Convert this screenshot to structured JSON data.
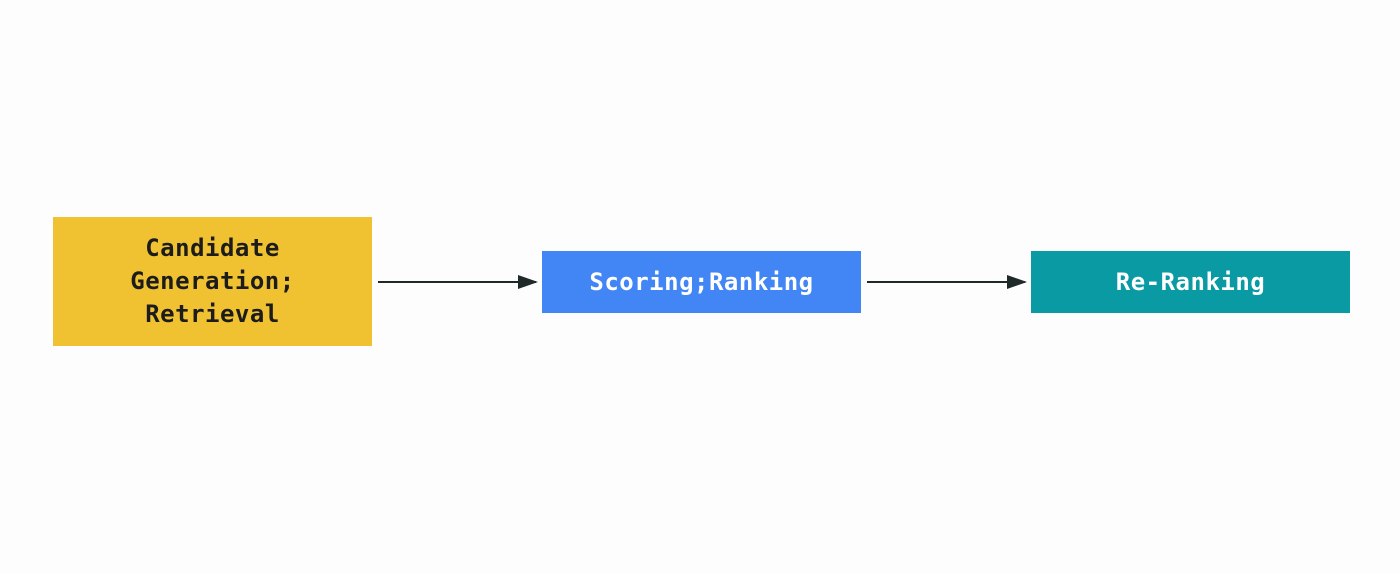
{
  "colors": {
    "background": "#fdfdfd",
    "arrow": "#1f2a28"
  },
  "nodes": [
    {
      "id": "candidate-generation",
      "lines": [
        "Candidate",
        "Generation;",
        "Retrieval"
      ],
      "fill": "#f0c232",
      "text_color": "#1c1c1c"
    },
    {
      "id": "scoring-ranking",
      "lines": [
        "Scoring;Ranking"
      ],
      "fill": "#4285f4",
      "text_color": "#ffffff"
    },
    {
      "id": "re-ranking",
      "lines": [
        "Re-Ranking"
      ],
      "fill": "#0a9aa4",
      "text_color": "#ffffff"
    }
  ],
  "edges": [
    {
      "from": "candidate-generation",
      "to": "scoring-ranking"
    },
    {
      "from": "scoring-ranking",
      "to": "re-ranking"
    }
  ]
}
